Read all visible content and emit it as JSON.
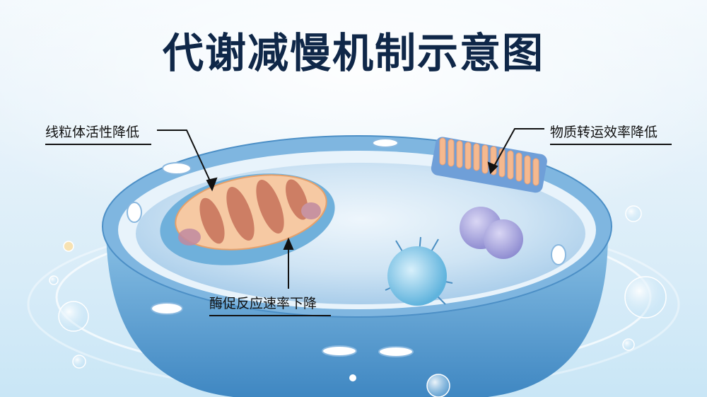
{
  "title": "代谢减慢机制示意图",
  "labels": {
    "mitochondria": "线粒体活性降低",
    "transport": "物质转运效率降低",
    "enzyme": "酶促反应速率下降"
  },
  "colors": {
    "title": "#0f2748",
    "cell_membrane": "#7fb6e0",
    "cell_body": "#5b9fd2",
    "mitochondria_outer": "#6fb0db",
    "mitochondria_inner": "#f2b98d",
    "cristae": "#c7715a",
    "transporter": "#f5b98f",
    "arrow": "#111111"
  }
}
